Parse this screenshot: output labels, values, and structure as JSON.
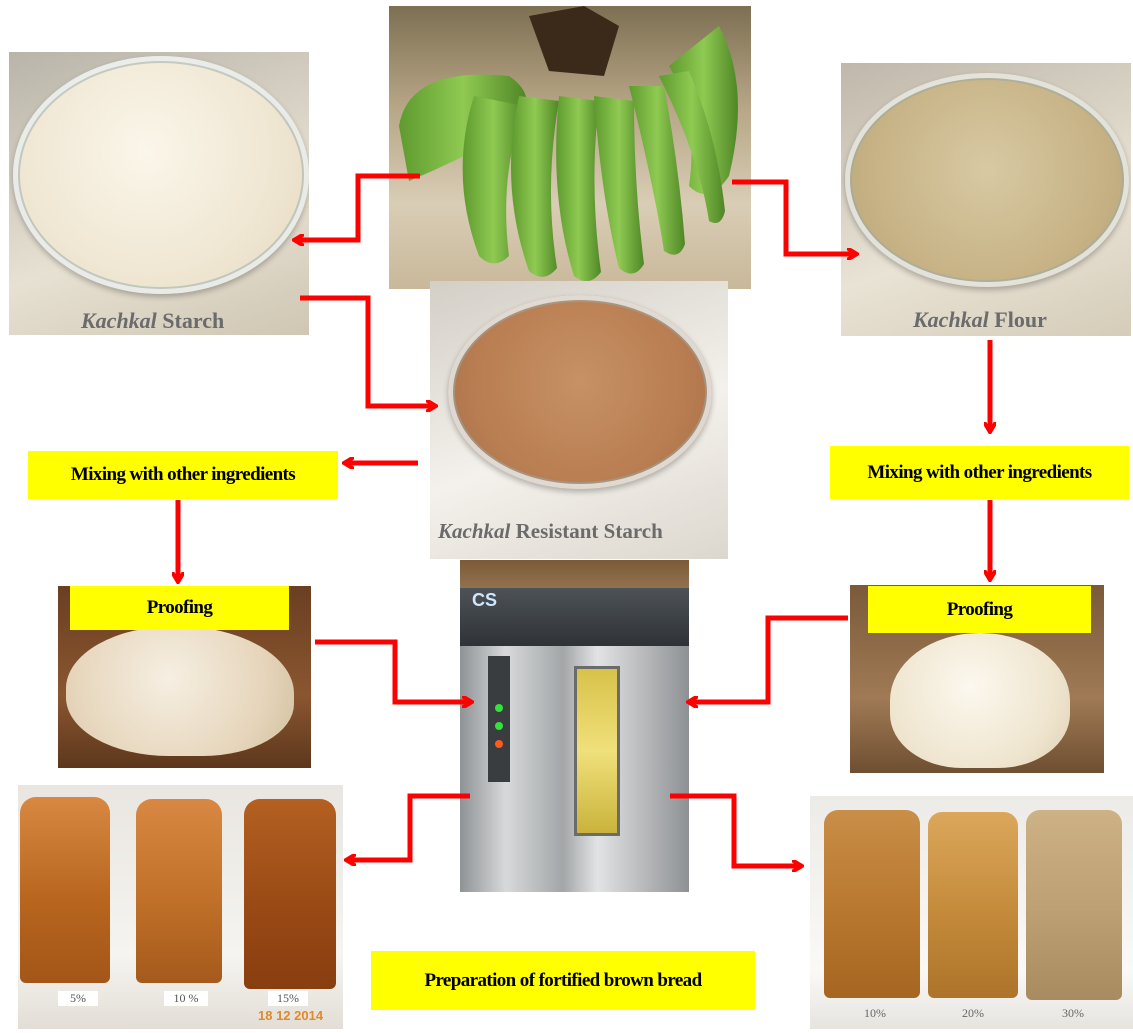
{
  "captions": {
    "starch_italic": "Kachkal",
    "starch_rest": " Starch",
    "flour_italic": "Kachkal",
    "flour_rest": " Flour",
    "resistant_italic": "Kachkal",
    "resistant_rest": " Resistant Starch"
  },
  "labels": {
    "mixing_left": "Mixing with other ingredients",
    "mixing_right": "Mixing with other ingredients",
    "proofing_left": "Proofing",
    "proofing_right": "Proofing",
    "title": "Preparation of fortified brown bread"
  },
  "oven": {
    "brand": "CS"
  },
  "bread_left": {
    "percent_labels": [
      "5%",
      "10 %",
      "15%"
    ],
    "date_stamp": "18 12 2014"
  },
  "bread_right": {
    "percent_labels": [
      "10%",
      "20%",
      "30%"
    ]
  },
  "colors": {
    "arrow": "#ff0000",
    "label_bg": "#ffff00"
  }
}
